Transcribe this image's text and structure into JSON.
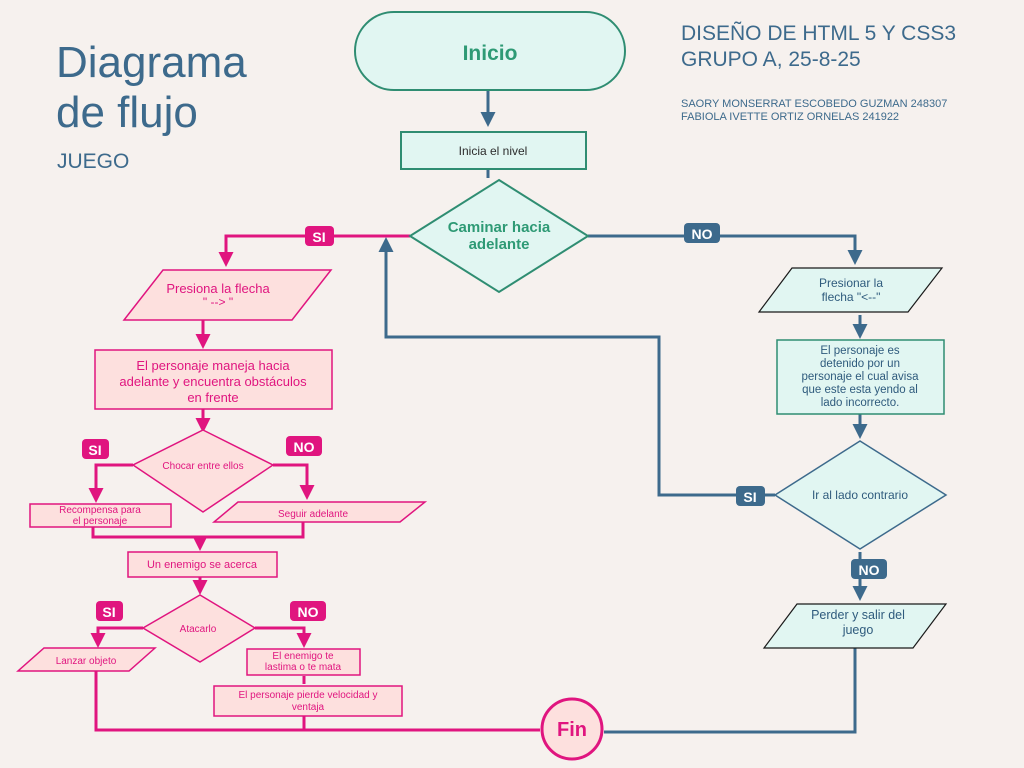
{
  "header": {
    "title_line1": "Diagrama",
    "title_line2": "de flujo",
    "subtitle": "JUEGO",
    "course_line1": "DISEÑO DE HTML 5 Y CSS3",
    "course_line2": "GRUPO A, 25-8-25",
    "author1": "SAORY MONSERRAT ESCOBEDO GUZMAN  248307",
    "author2": "FABIOLA IVETTE ORTIZ ORNELAS  241922"
  },
  "colors": {
    "background": "#f6f1ee",
    "teal_fill": "#e1f6f2",
    "teal_stroke": "#2f8d72",
    "blue_line": "#3d6a8c",
    "pink_fill": "#fde0de",
    "pink_stroke": "#e0157f",
    "tag_pink": "#e0157f",
    "tag_blue": "#3d6a8c"
  },
  "flow": {
    "start": "Inicio",
    "start_level": "Inicia el  nivel",
    "walk_line1": "Caminar hacia",
    "walk_line2": "adelante",
    "yes": "SI",
    "no": "NO",
    "press_right_line1": "Presiona la flecha",
    "press_right_line2": "\" --> \"",
    "moves_line1": "El personaje maneja hacia",
    "moves_line2": "adelante y encuentra obstáculos",
    "moves_line3": "en frente",
    "collide": "Chocar entre ellos",
    "reward_line1": "Recompensa para",
    "reward_line2": "el personaje",
    "keep_going": "Seguir adelante",
    "enemy_near": "Un enemigo se acerca",
    "attack": "Atacarlo",
    "throw": "Lanzar objeto",
    "hurt_line1": "El enemigo te",
    "hurt_line2": "lastima o te mata",
    "slow_line1": "El personaje pierde velocidad y",
    "slow_line2": "ventaja",
    "press_left_line1": "Presionar la",
    "press_left_line2": "flecha \"<--\"",
    "stopped_line1": "El personaje es",
    "stopped_line2": "detenido por un",
    "stopped_line3": "personaje el cual avisa",
    "stopped_line4": "que este esta yendo al",
    "stopped_line5": "lado incorrecto.",
    "go_back": "Ir al lado contrario",
    "lose_line1": "Perder y salir del",
    "lose_line2": "juego",
    "end": "Fin"
  }
}
